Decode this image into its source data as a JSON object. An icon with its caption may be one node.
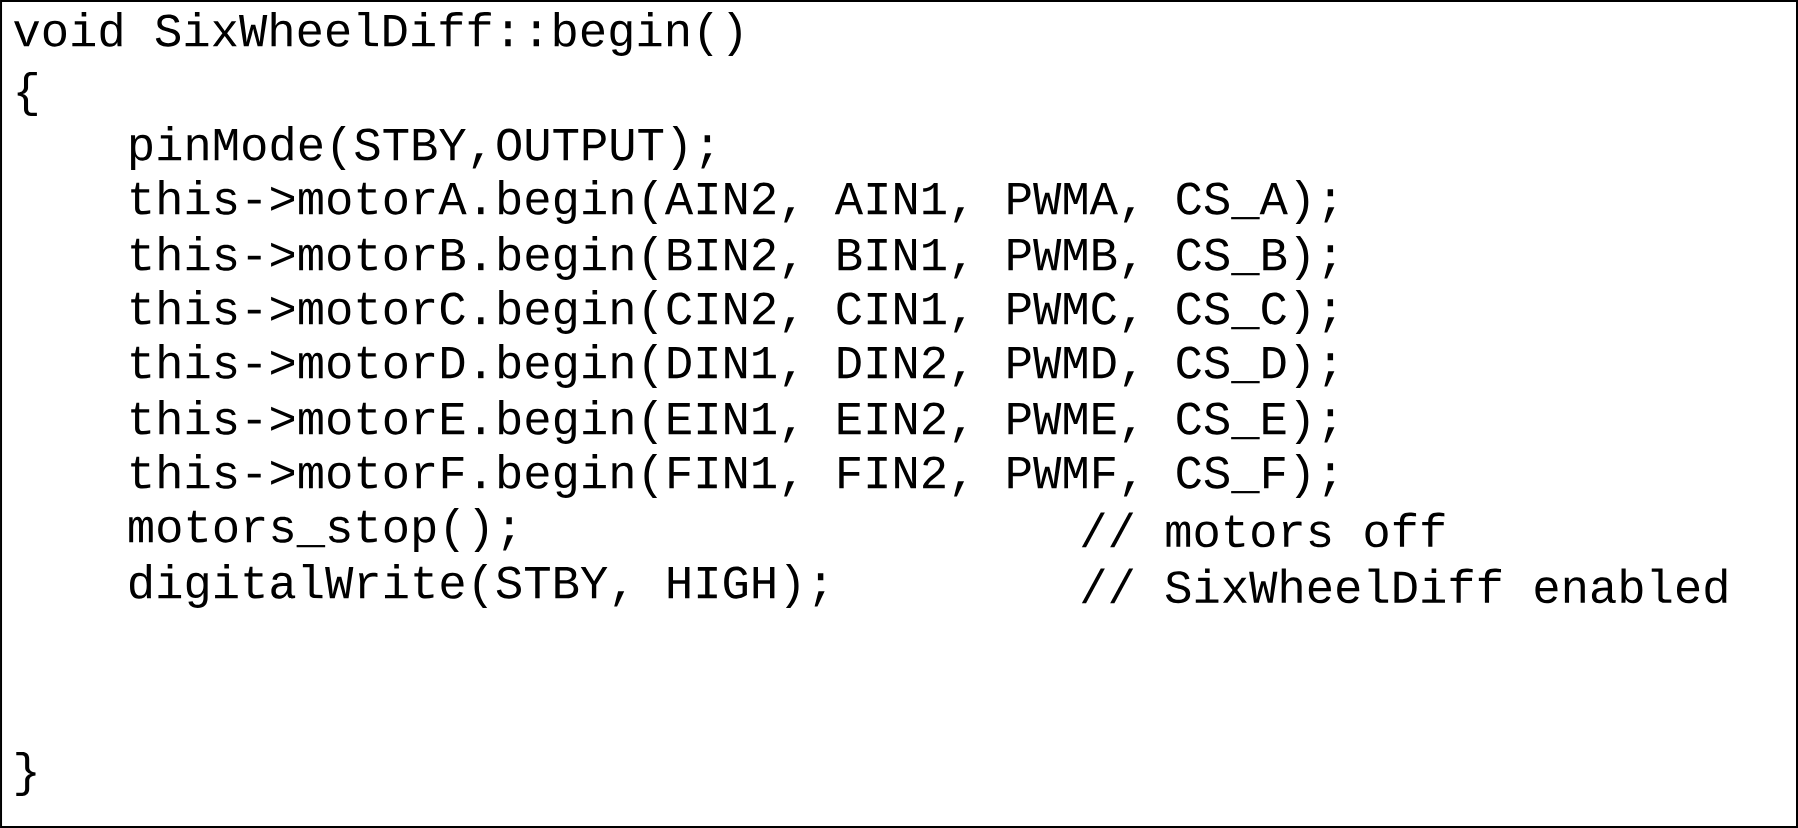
{
  "diagram": {
    "labels": [
      "void SixWheelDiff::begin()",
      "{",
      "pinMode(STBY,OUTPUT);",
      "this->motorA.begin(AIN2, AIN1, PWMA, CS_A);",
      "this->motorB.begin(BIN2, BIN1, PWMB, CS_B);",
      "this->motorC.begin(CIN2, CIN1, PWMC, CS_C);",
      "this->motorD.begin(DIN1, DIN2, PWMD, CS_D);",
      "this->motorE.begin(EIN1, EIN2, PWME, CS_E);",
      "this->motorF.begin(FIN1, FIN2, PWMF, CS_F);",
      "motors_stop();",
      "// motors off",
      "digitalWrite(STBY, HIGH);",
      "// SixWheelDiff enabled",
      "}"
    ]
  }
}
